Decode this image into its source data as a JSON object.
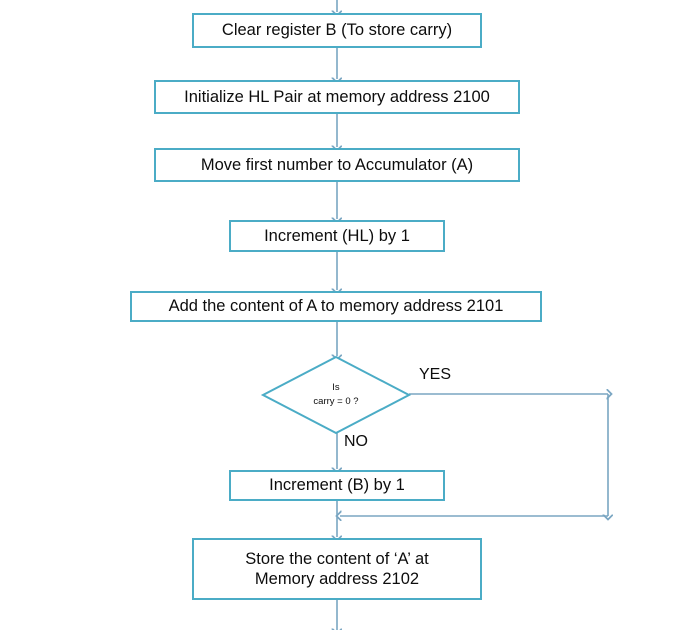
{
  "diagram": {
    "type": "flowchart",
    "title": "8085 two-byte addition with carry flowchart",
    "accent_color": "#4BACC6",
    "edge_color": "#7AA6C2",
    "text_color": "#0d0d0d",
    "background": "#ffffff",
    "nodes": [
      {
        "id": "clear_b",
        "shape": "process",
        "text": "Clear register B (To store carry)"
      },
      {
        "id": "init_hl",
        "shape": "process",
        "text": "Initialize HL Pair at memory address 2100"
      },
      {
        "id": "move_acc",
        "shape": "process",
        "text": "Move first number to Accumulator (A)"
      },
      {
        "id": "inc_hl",
        "shape": "process",
        "text": "Increment (HL) by 1"
      },
      {
        "id": "add_a",
        "shape": "process",
        "text": "Add the content of A to memory address 2101"
      },
      {
        "id": "carry_chk",
        "shape": "decision",
        "text": "Is\ncarry = 0 ?"
      },
      {
        "id": "inc_b",
        "shape": "process",
        "text": "Increment (B) by 1"
      },
      {
        "id": "store_a",
        "shape": "process",
        "text": "Store the content of ‘A’ at\nMemory address 2102"
      }
    ],
    "branch_labels": {
      "yes": "YES",
      "no": "NO"
    },
    "edges": [
      {
        "from": "entry",
        "to": "clear_b",
        "label": ""
      },
      {
        "from": "clear_b",
        "to": "init_hl",
        "label": ""
      },
      {
        "from": "init_hl",
        "to": "move_acc",
        "label": ""
      },
      {
        "from": "move_acc",
        "to": "inc_hl",
        "label": ""
      },
      {
        "from": "inc_hl",
        "to": "add_a",
        "label": ""
      },
      {
        "from": "add_a",
        "to": "carry_chk",
        "label": ""
      },
      {
        "from": "carry_chk",
        "to": "inc_b",
        "label": "NO"
      },
      {
        "from": "carry_chk",
        "to": "store_a",
        "label": "YES"
      },
      {
        "from": "inc_b",
        "to": "store_a",
        "label": ""
      },
      {
        "from": "store_a",
        "to": "exit",
        "label": ""
      }
    ]
  }
}
